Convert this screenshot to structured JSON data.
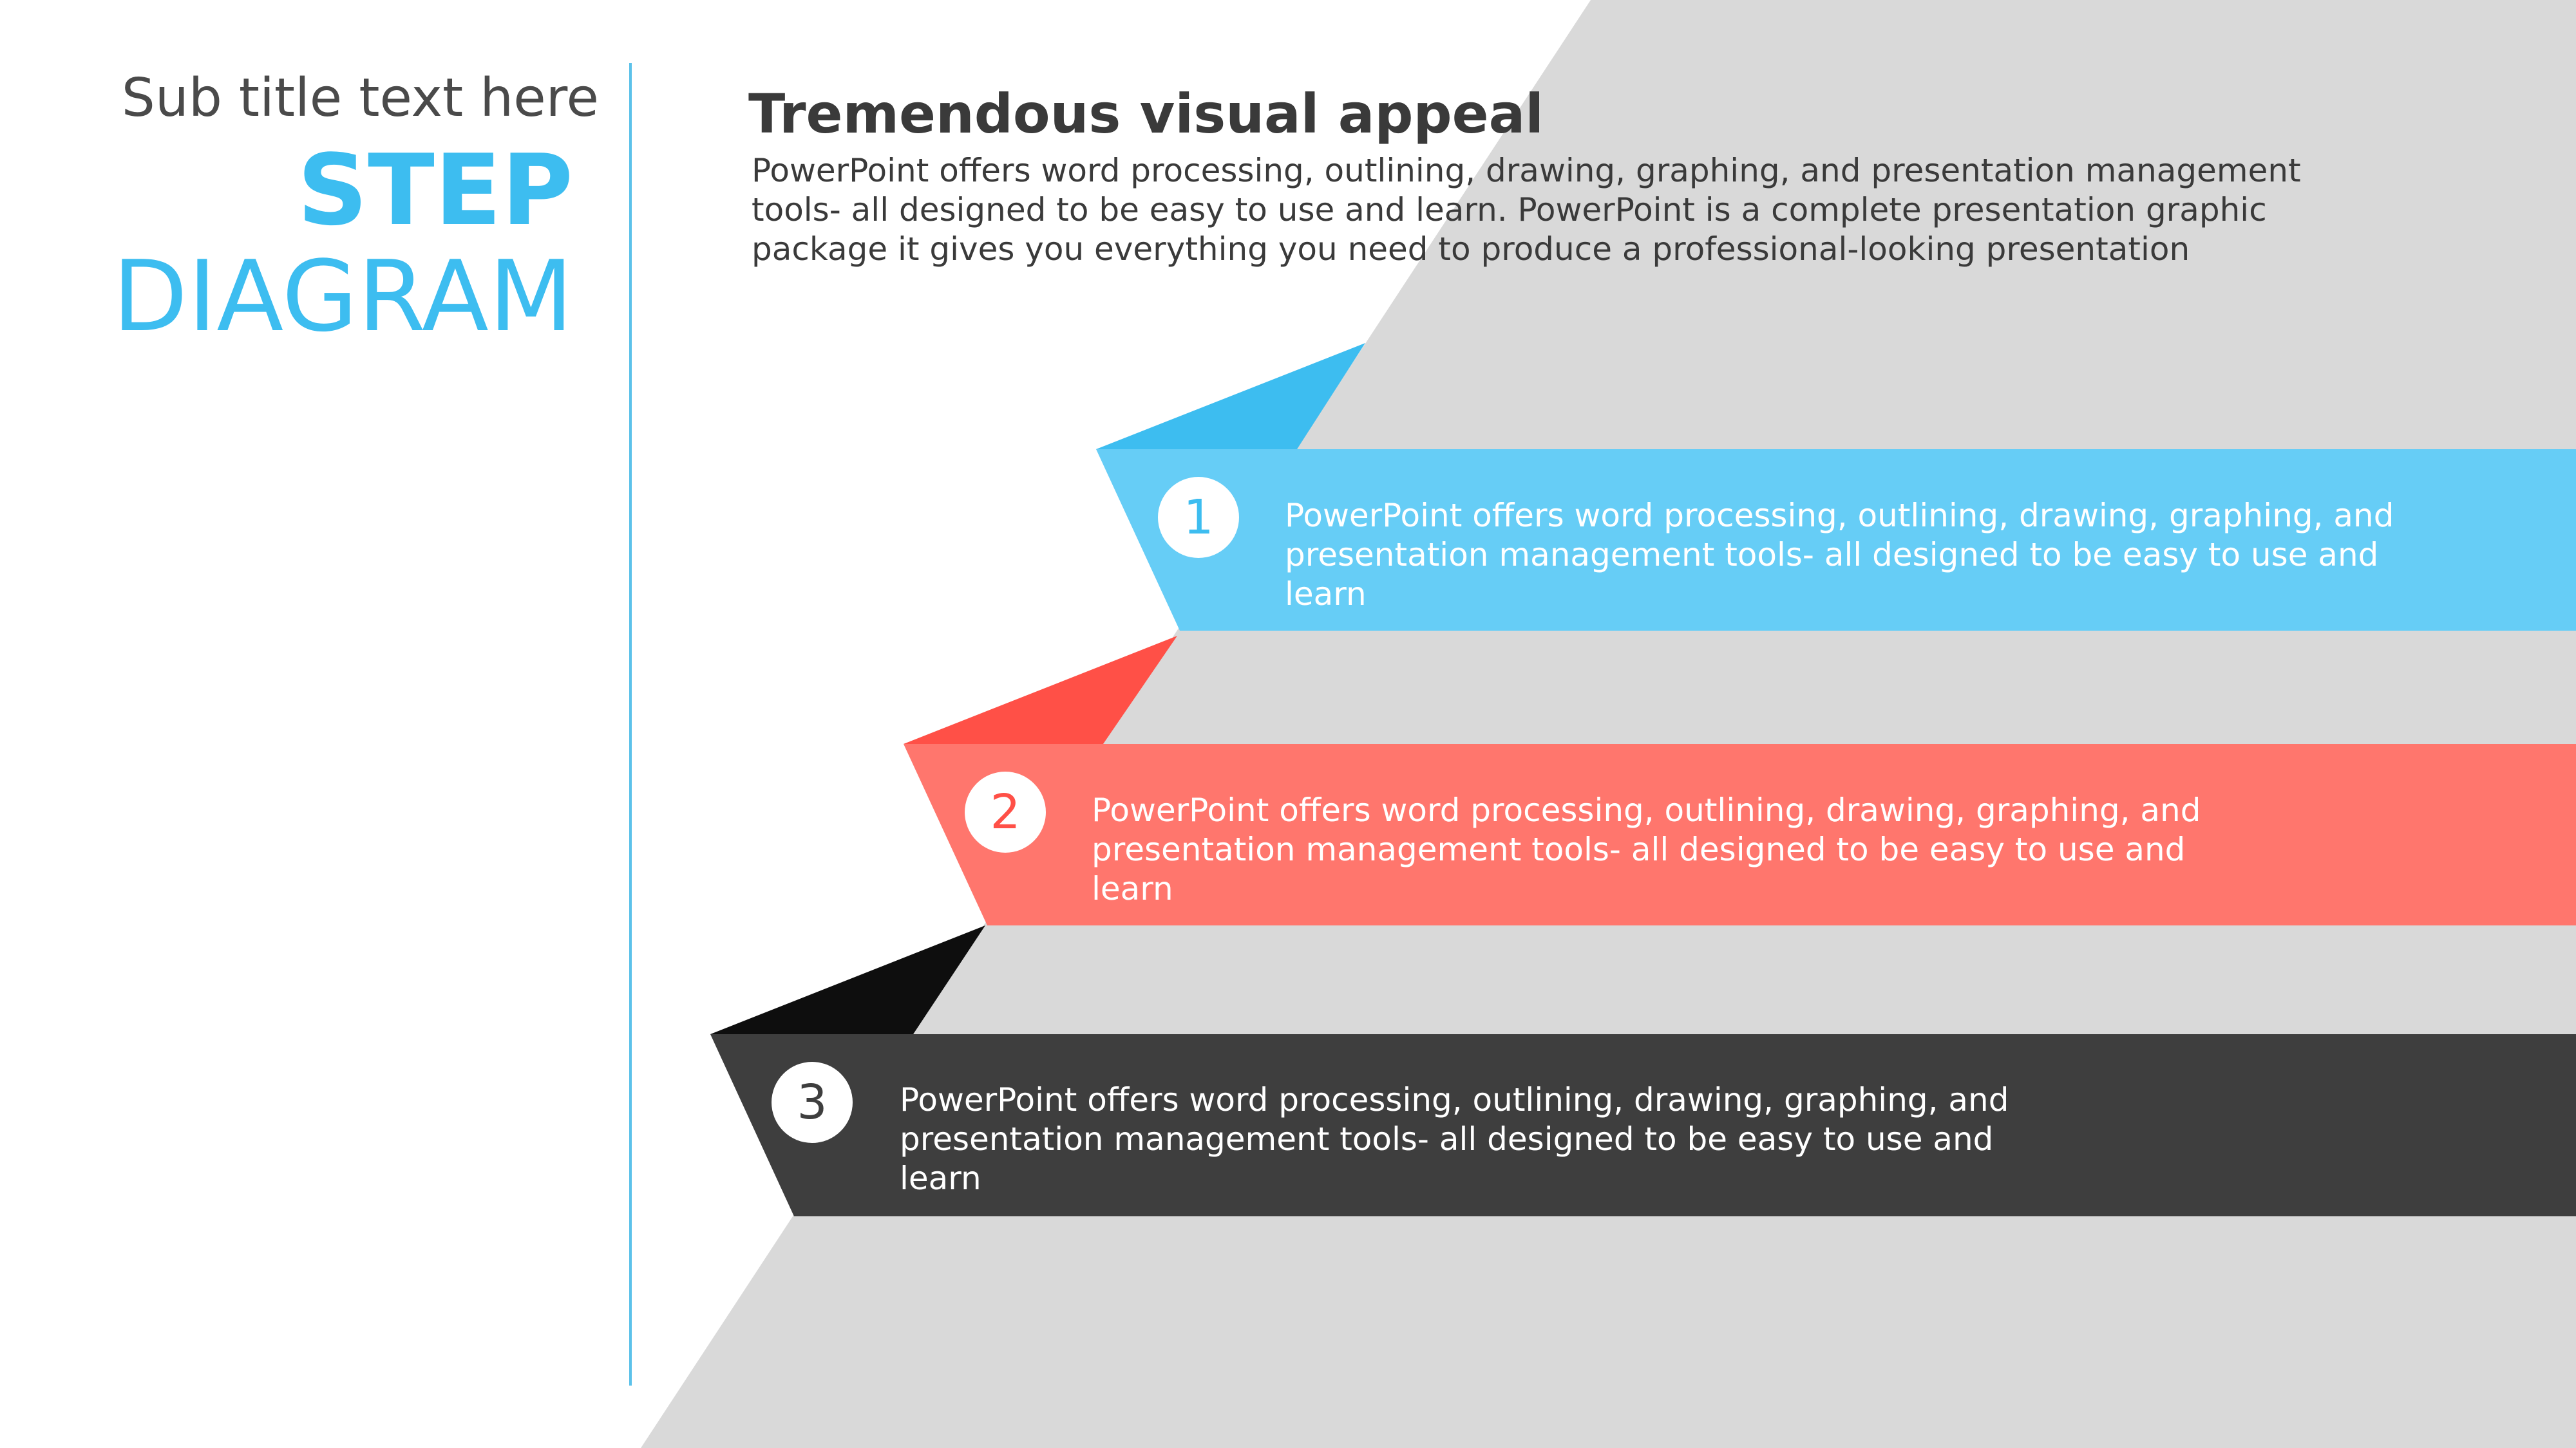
{
  "header": {
    "subtitle": "Sub title text here",
    "title_line1": "STEP",
    "title_line2": "DIAGRAM"
  },
  "intro": {
    "heading": "Tremendous visual appeal",
    "body": "PowerPoint offers word processing, outlining, drawing, graphing, and presentation management tools- all designed to be easy to use and learn. PowerPoint is a complete presentation graphic package it gives you everything you need to produce a professional-looking presentation"
  },
  "steps": [
    {
      "number": "1",
      "text": "PowerPoint offers word processing, outlining, drawing, graphing, and presentation management tools- all designed to be easy to use and learn",
      "color": "#66cdf6",
      "fold_color": "#3dbdf0"
    },
    {
      "number": "2",
      "text": "PowerPoint offers word processing, outlining, drawing, graphing, and presentation management tools- all designed to be easy to use and learn",
      "color": "#ff766d",
      "fold_color": "#ff5047"
    },
    {
      "number": "3",
      "text": "PowerPoint offers word processing, outlining, drawing, graphing, and presentation management tools- all designed to be easy to use and learn",
      "color": "#3e3e3e",
      "fold_color": "#0e0e0e"
    }
  ],
  "colors": {
    "accent": "#3dbdf0",
    "background_shape": "#d9d9d9",
    "text_dark": "#3a3a3a"
  }
}
